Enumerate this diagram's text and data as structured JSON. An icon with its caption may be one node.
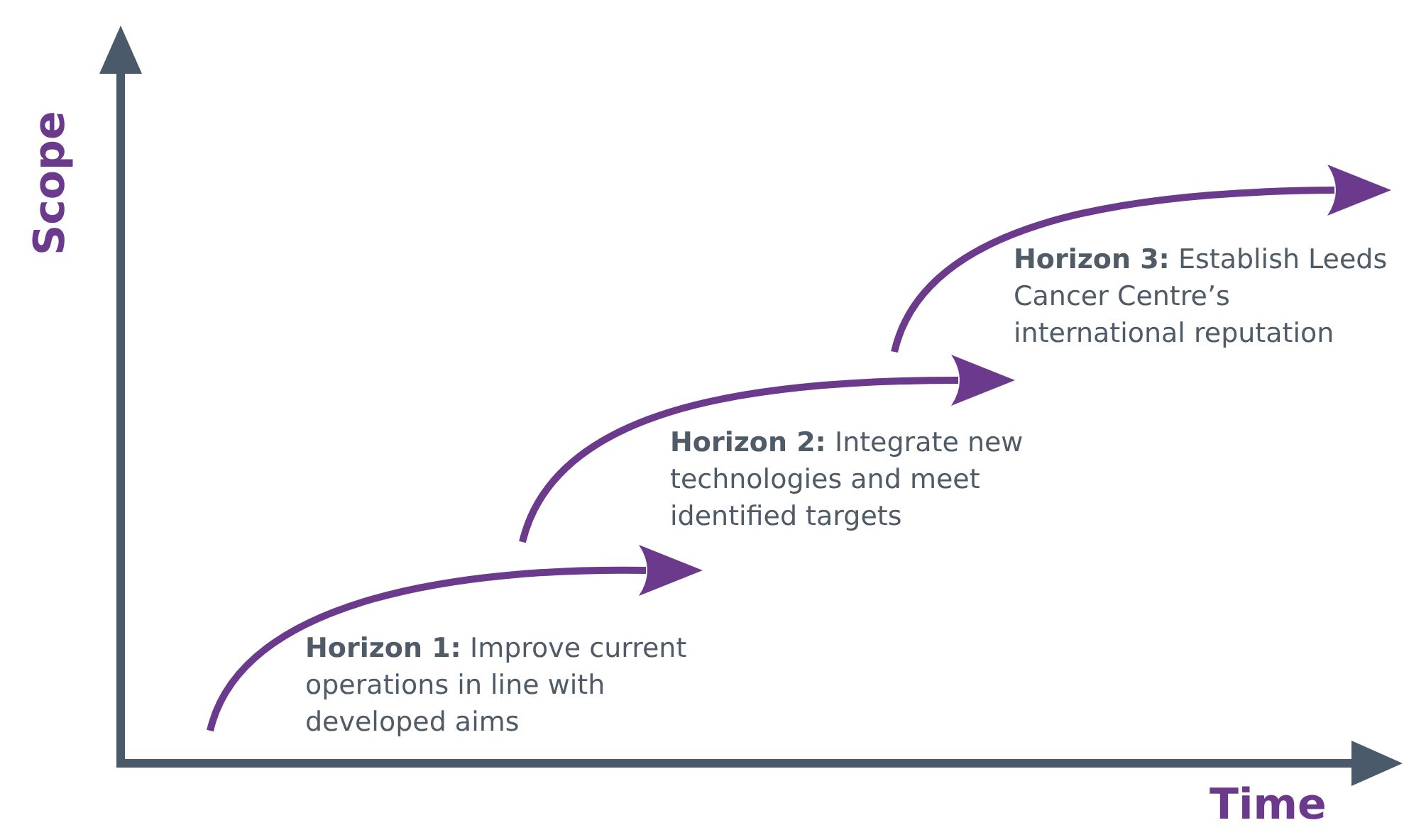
{
  "diagram": {
    "labels": [
      "Scope",
      "Time",
      "**Horizon 1:** Improve current operations in line with developed aims",
      "**Horizon 2:** Integrate new technologies and meet identified targets",
      "**Horizon 3:** Establish Leeds Cancer Centre’s international reputation"
    ]
  }
}
